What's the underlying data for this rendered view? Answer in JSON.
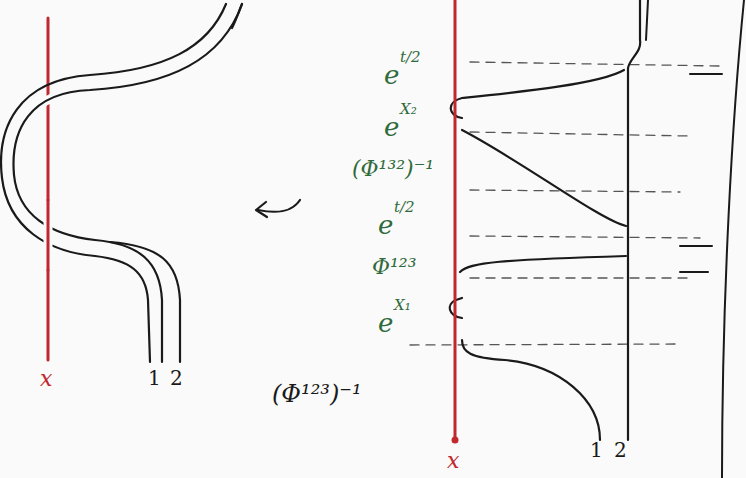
{
  "diagram": {
    "labels": [
      "x",
      "1",
      "2",
      "e",
      "t/2",
      "e",
      "X₂",
      "(Φ¹³²)⁻¹",
      "e",
      "t/2",
      "Φ¹²³",
      "e",
      "X₁",
      "(Φ¹²³)⁻¹",
      "x",
      "1",
      "2"
    ]
  }
}
